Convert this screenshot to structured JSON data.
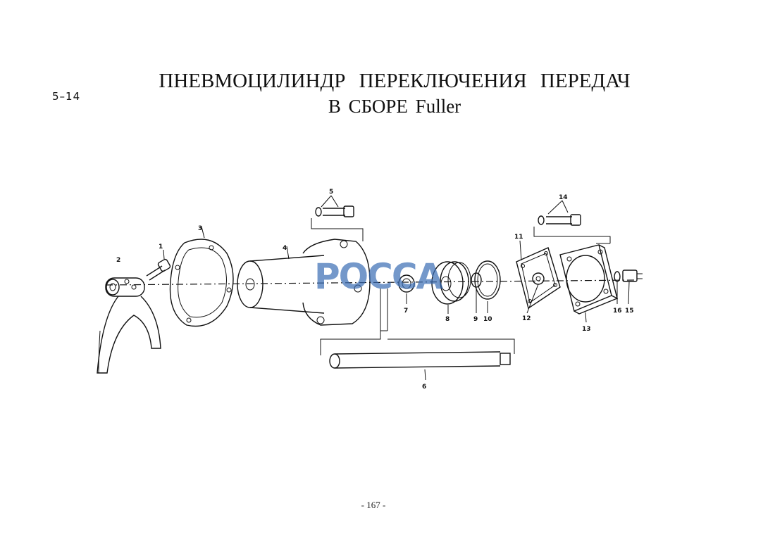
{
  "header": {
    "section_code": "5–14",
    "title_line1": "ПНЕВМОЦИЛИНДР   ПЕРЕКЛЮЧЕНИЯ   ПЕРЕДАЧ",
    "title_line2": "В СБОРЕ  Fuller"
  },
  "watermark": "POCCA",
  "callouts": {
    "c1": "1",
    "c2": "2",
    "c3": "3",
    "c4": "4",
    "c5": "5",
    "c6": "6",
    "c7": "7",
    "c8": "8",
    "c9": "9",
    "c10": "10",
    "c11": "11",
    "c12": "12",
    "c13": "13",
    "c14": "14",
    "c15": "15",
    "c16": "16"
  },
  "footer": {
    "page_number": "- 167 -"
  }
}
